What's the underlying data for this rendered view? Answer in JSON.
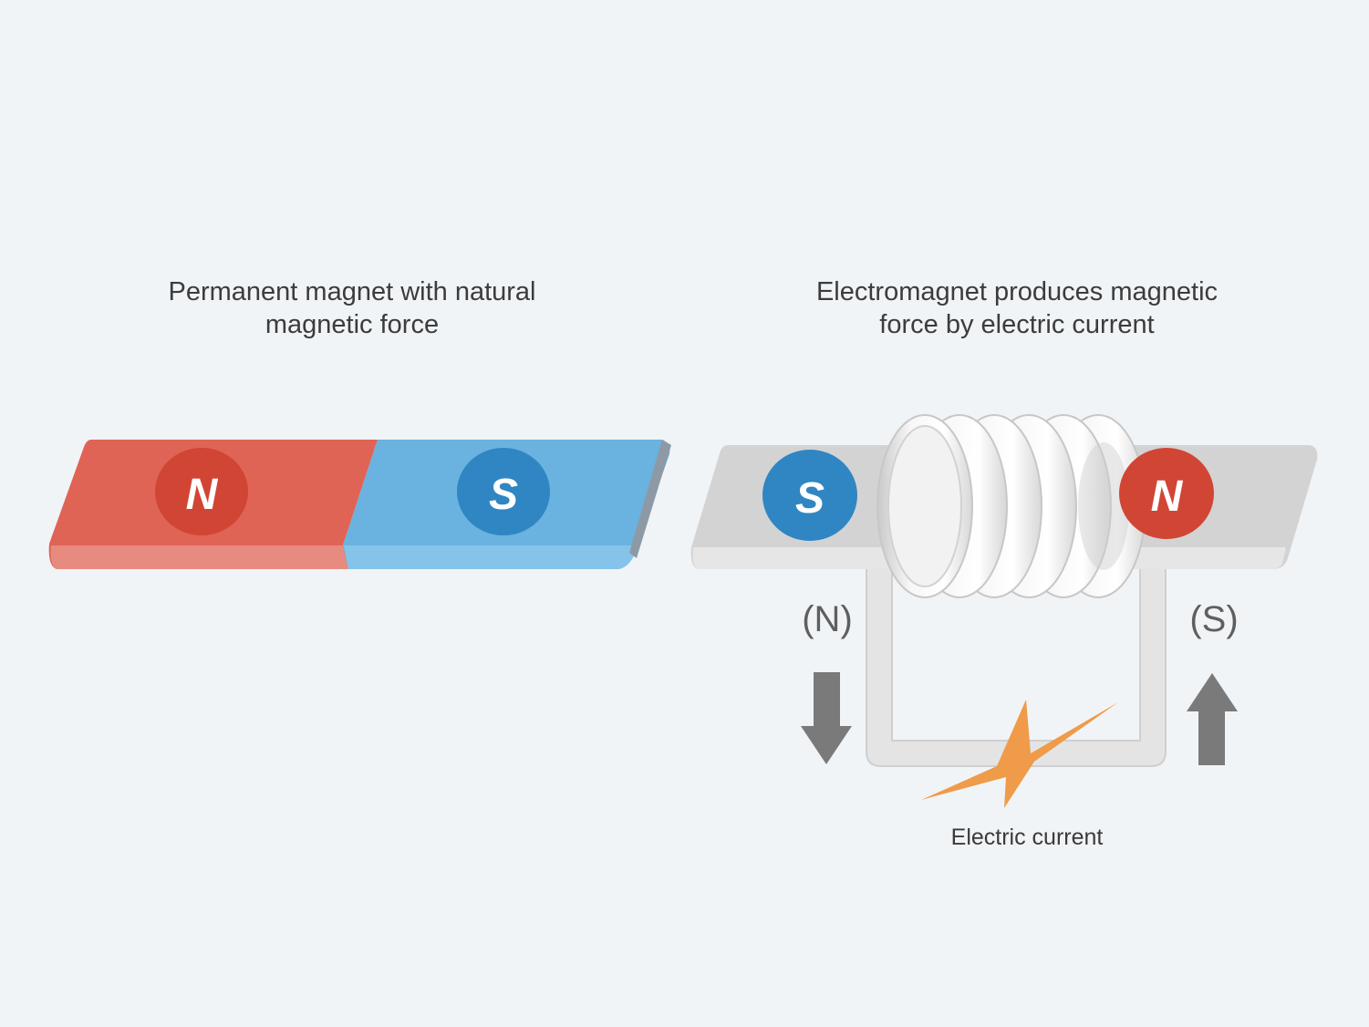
{
  "captions": {
    "permanent": {
      "line1": "Permanent magnet with natural",
      "line2": "magnetic force"
    },
    "electromagnet": {
      "line1": "Electromagnet produces magnetic",
      "line2": "force by electric current"
    }
  },
  "permanent_magnet": {
    "left_pole": "N",
    "right_pole": "S"
  },
  "electromagnet": {
    "left_pole": "S",
    "right_pole": "N",
    "left_induced_pole": "(N)",
    "right_induced_pole": "(S)",
    "current_label": "Electric current"
  },
  "colors": {
    "background": "#f1f4f7",
    "north_red": "#e06455",
    "north_badge": "#d14535",
    "south_blue": "#6ab2e0",
    "south_badge": "#2f86c2",
    "bar_gray": "#d3d3d4",
    "coil_white": "#f4f4f4",
    "arrow_gray": "#7a7a7a",
    "bolt_orange": "#ef9b4a"
  }
}
